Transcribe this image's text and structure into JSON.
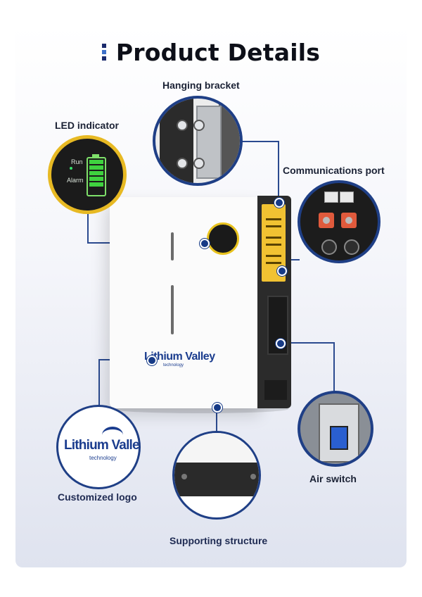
{
  "title": "Product Details",
  "labels": {
    "hanging_bracket": "Hanging bracket",
    "led_indicator": "LED indicator",
    "communications_port": "Communications port",
    "air_switch": "Air switch",
    "customized_logo": "Customized logo",
    "supporting_structure": "Supporting structure"
  },
  "led_indicator": {
    "run": "Run",
    "alarm": "Alarm"
  },
  "logo": {
    "brand": "Lithium Valley",
    "sub": "technology"
  },
  "colors": {
    "accent": "#1f3f86",
    "indicator_ring": "#e7b923",
    "battery_green": "#3fd23f"
  }
}
